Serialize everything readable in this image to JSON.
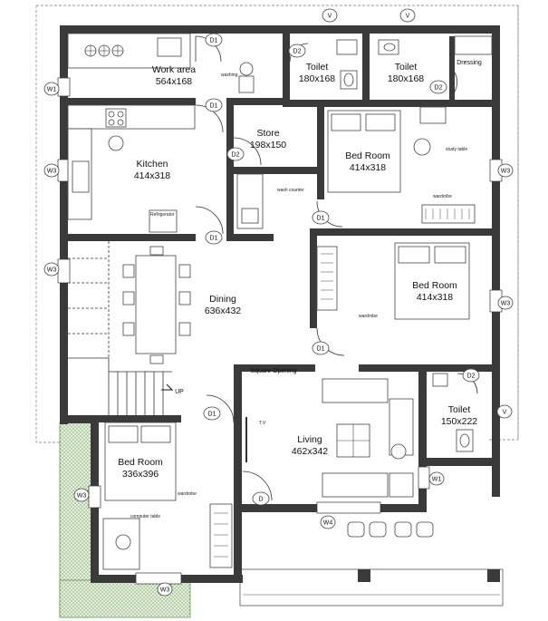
{
  "rooms": {
    "work_area": {
      "name": "Work area",
      "size": "564x168"
    },
    "kitchen": {
      "name": "Kitchen",
      "size": "414x318"
    },
    "store": {
      "name": "Store",
      "size": "198x150"
    },
    "toilet1": {
      "name": "Toilet",
      "size": "180x168"
    },
    "toilet2": {
      "name": "Toilet",
      "size": "180x168"
    },
    "dressing": {
      "name": "Dressing"
    },
    "bedroom1": {
      "name": "Bed Room",
      "size": "414x318"
    },
    "bedroom2": {
      "name": "Bed Room",
      "size": "414x318"
    },
    "dining": {
      "name": "Dining",
      "size": "636x432"
    },
    "living": {
      "name": "Living",
      "size": "462x342"
    },
    "toilet3": {
      "name": "Toilet",
      "size": "150x222"
    },
    "bedroom3": {
      "name": "Bed Room",
      "size": "336x396"
    }
  },
  "annotations": {
    "washing": "washing",
    "refrigerator": "Refrigerator",
    "wash_counter": "wash counter",
    "study_table": "study table",
    "wardrobe": "wardrobe",
    "square_opening": "Square Opening",
    "up": "UP",
    "tv": "T.V",
    "computer_table": "computer table"
  },
  "tags": {
    "d1": "D1",
    "d2": "D2",
    "d": "D",
    "v": "V",
    "w1": "W1",
    "w3": "W3",
    "w4": "W4"
  }
}
